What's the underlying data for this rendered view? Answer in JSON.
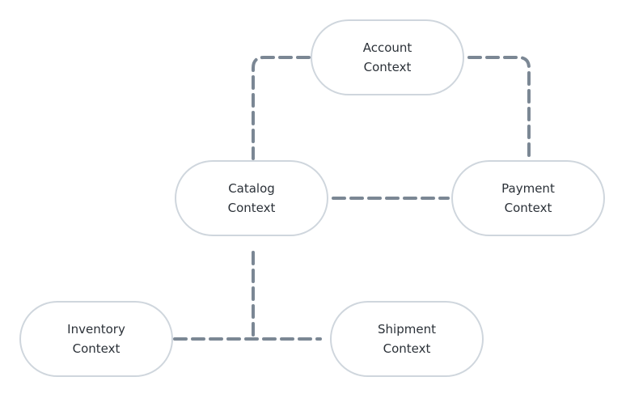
{
  "diagram": {
    "nodes": [
      {
        "id": "account",
        "line1": "Account",
        "line2": "Context"
      },
      {
        "id": "catalog",
        "line1": "Catalog",
        "line2": "Context"
      },
      {
        "id": "payment",
        "line1": "Payment",
        "line2": "Context"
      },
      {
        "id": "inventory",
        "line1": "Inventory",
        "line2": "Context"
      },
      {
        "id": "shipment",
        "line1": "Shipment",
        "line2": "Context"
      }
    ],
    "edges": [
      {
        "from": "account",
        "to": "catalog",
        "style": "dashed"
      },
      {
        "from": "account",
        "to": "payment",
        "style": "dashed"
      },
      {
        "from": "catalog",
        "to": "payment",
        "style": "dashed"
      },
      {
        "from": "catalog",
        "to": "inventory",
        "style": "dashed"
      },
      {
        "from": "catalog",
        "to": "shipment",
        "style": "dashed"
      },
      {
        "from": "inventory",
        "to": "shipment",
        "style": "dashed"
      }
    ],
    "colors": {
      "edge": "#7b8794",
      "node_border": "#cfd6dd",
      "text": "#2b3138"
    }
  }
}
